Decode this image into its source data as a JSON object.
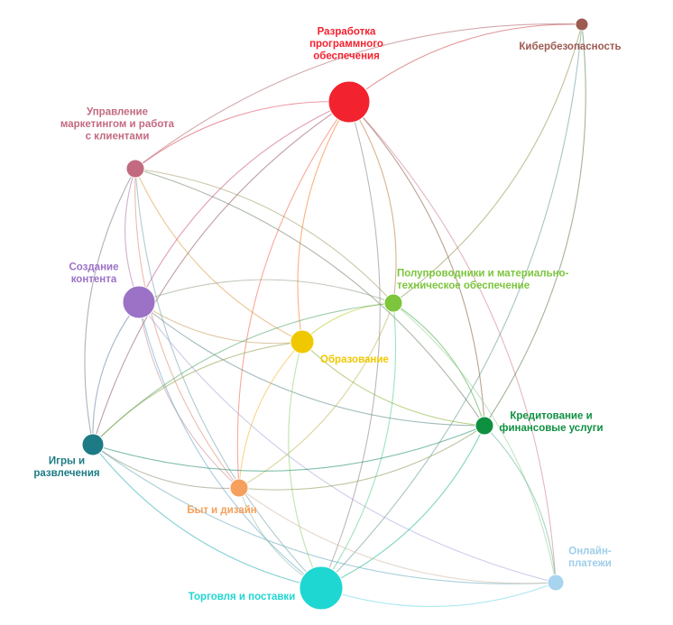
{
  "nodes": [
    {
      "id": "software",
      "label_lines": [
        "Разработка",
        "программного",
        "обеспечения"
      ],
      "color": "#f3222f"
    },
    {
      "id": "cyber",
      "label_lines": [
        "Кибербезопасность"
      ],
      "color": "#9c5a50"
    },
    {
      "id": "marketing",
      "label_lines": [
        "Управление",
        "маркетингом и работа",
        "с клиентами"
      ],
      "color": "#c26a80"
    },
    {
      "id": "content",
      "label_lines": [
        "Создание",
        "контента"
      ],
      "color": "#9b72c6"
    },
    {
      "id": "semi",
      "label_lines": [
        "Полупроводники и материально-",
        "техническое обеспечение"
      ],
      "color": "#7cc53c"
    },
    {
      "id": "education",
      "label_lines": [
        "Образование"
      ],
      "color": "#f0c800"
    },
    {
      "id": "credit",
      "label_lines": [
        "Кредитование и",
        "финансовые услуги"
      ],
      "color": "#0f9040"
    },
    {
      "id": "games",
      "label_lines": [
        "Игры и",
        "развлечения"
      ],
      "color": "#1c7b84"
    },
    {
      "id": "home",
      "label_lines": [
        "Быт и дизайн"
      ],
      "color": "#f5a05c"
    },
    {
      "id": "payments",
      "label_lines": [
        "Онлайн-",
        "платежи"
      ],
      "color": "#a9d4ef"
    },
    {
      "id": "trade",
      "label_lines": [
        "Торговля и поставки"
      ],
      "color": "#1ed6d2"
    }
  ],
  "edges": [
    [
      "software",
      "cyber"
    ],
    [
      "software",
      "marketing"
    ],
    [
      "software",
      "content"
    ],
    [
      "software",
      "semi"
    ],
    [
      "software",
      "education"
    ],
    [
      "software",
      "credit"
    ],
    [
      "software",
      "games"
    ],
    [
      "software",
      "home"
    ],
    [
      "software",
      "trade"
    ],
    [
      "software",
      "payments"
    ],
    [
      "cyber",
      "semi"
    ],
    [
      "cyber",
      "credit"
    ],
    [
      "cyber",
      "marketing"
    ],
    [
      "cyber",
      "trade"
    ],
    [
      "marketing",
      "content"
    ],
    [
      "marketing",
      "semi"
    ],
    [
      "marketing",
      "education"
    ],
    [
      "marketing",
      "credit"
    ],
    [
      "marketing",
      "games"
    ],
    [
      "marketing",
      "home"
    ],
    [
      "marketing",
      "trade"
    ],
    [
      "content",
      "semi"
    ],
    [
      "content",
      "education"
    ],
    [
      "content",
      "credit"
    ],
    [
      "content",
      "games"
    ],
    [
      "content",
      "home"
    ],
    [
      "content",
      "trade"
    ],
    [
      "content",
      "payments"
    ],
    [
      "semi",
      "education"
    ],
    [
      "semi",
      "credit"
    ],
    [
      "semi",
      "games"
    ],
    [
      "semi",
      "home"
    ],
    [
      "semi",
      "trade"
    ],
    [
      "semi",
      "payments"
    ],
    [
      "education",
      "credit"
    ],
    [
      "education",
      "games"
    ],
    [
      "education",
      "home"
    ],
    [
      "education",
      "trade"
    ],
    [
      "credit",
      "games"
    ],
    [
      "credit",
      "home"
    ],
    [
      "credit",
      "trade"
    ],
    [
      "credit",
      "payments"
    ],
    [
      "games",
      "home"
    ],
    [
      "games",
      "trade"
    ],
    [
      "games",
      "payments"
    ],
    [
      "home",
      "trade"
    ],
    [
      "home",
      "payments"
    ],
    [
      "trade",
      "payments"
    ]
  ]
}
